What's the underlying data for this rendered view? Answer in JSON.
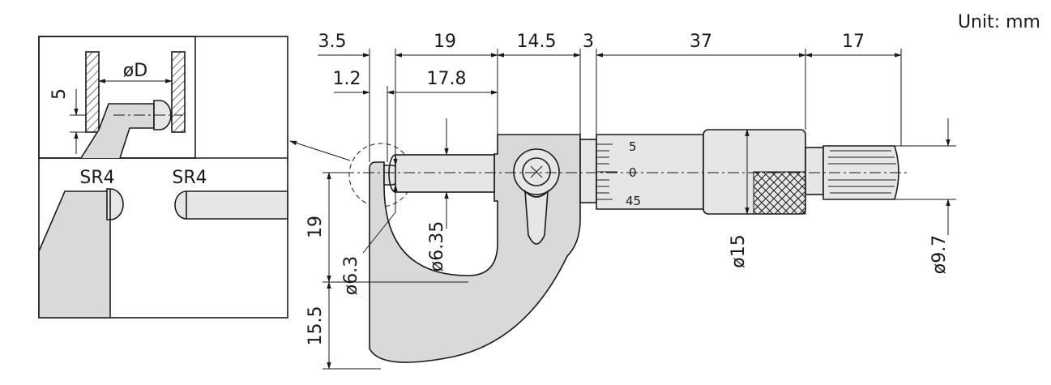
{
  "unit_label": "Unit: mm",
  "dimensions_top": {
    "d1": "3.5",
    "d2": "19",
    "d3": "14.5",
    "d4": "3",
    "d5": "37",
    "d6": "17"
  },
  "dimensions_second_row": {
    "d1": "1.2",
    "d2": "17.8"
  },
  "dimensions_left": {
    "upper": "19",
    "lower": "15.5"
  },
  "diameters": {
    "anvil": "ø6.3",
    "spindle": "ø6.35",
    "thimble": "ø15",
    "ratchet": "ø9.7"
  },
  "thimble_scale": {
    "top": "5",
    "middle": "0",
    "bottom": "45"
  },
  "inset": {
    "diameter_label": "øD",
    "depth_label": "5",
    "radius_left": "SR4",
    "radius_right": "SR4"
  }
}
